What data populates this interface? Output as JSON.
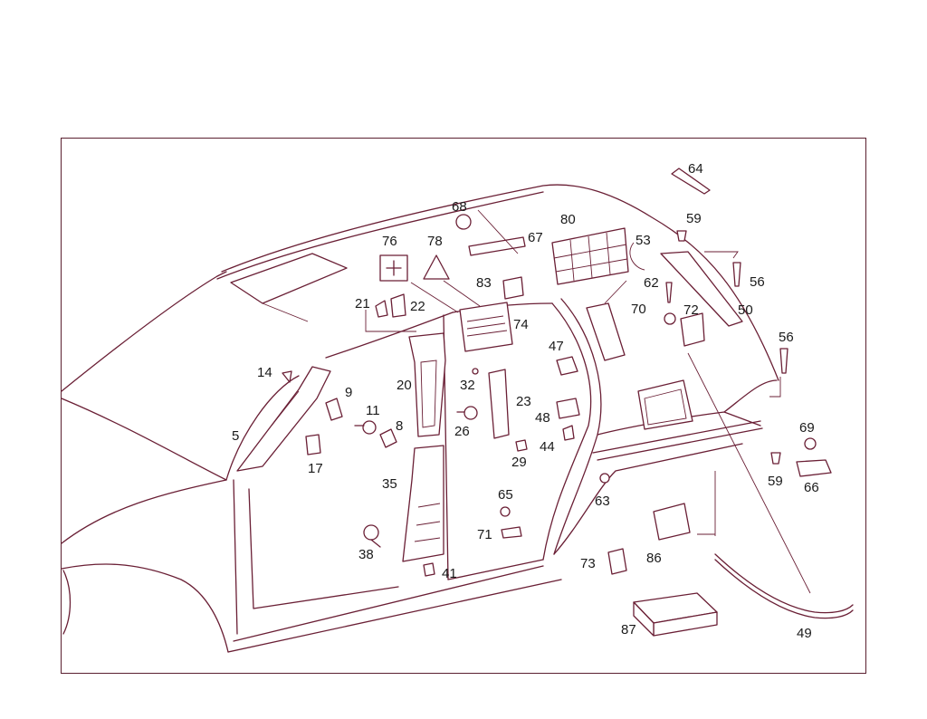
{
  "callouts": [
    "5",
    "8",
    "9",
    "11",
    "14",
    "17",
    "20",
    "21",
    "22",
    "23",
    "26",
    "29",
    "32",
    "35",
    "38",
    "41",
    "44",
    "47",
    "48",
    "49",
    "50",
    "53",
    "56",
    "56",
    "59",
    "59",
    "62",
    "63",
    "64",
    "65",
    "66",
    "67",
    "68",
    "69",
    "70",
    "71",
    "72",
    "73",
    "74",
    "76",
    "78",
    "80",
    "83",
    "86",
    "87"
  ],
  "colors": {
    "line": "#6a1f35",
    "frame": "#5a2030",
    "text": "#1a1a1a"
  },
  "icons": [
    "first-aid-kit-icon",
    "warning-triangle-icon"
  ]
}
